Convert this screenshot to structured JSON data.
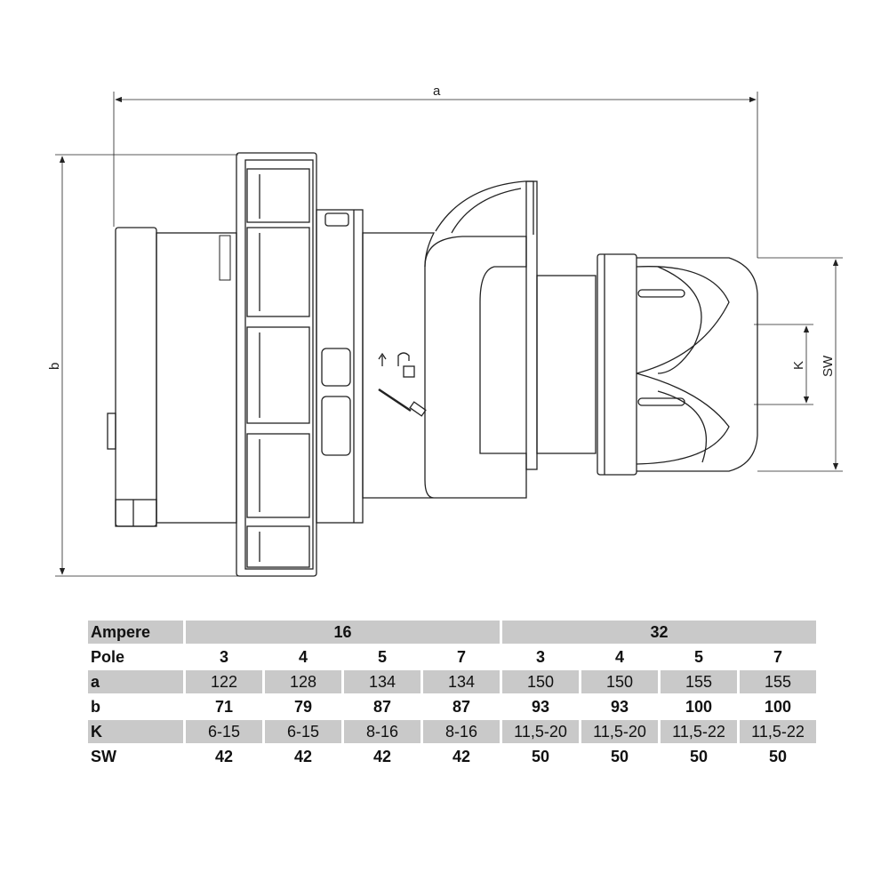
{
  "drawing": {
    "dimension_labels": {
      "a": "a",
      "b": "b",
      "K": "K",
      "SW": "SW"
    }
  },
  "table": {
    "header_label": "Ampere",
    "groups": [
      "16",
      "32"
    ],
    "rows": [
      {
        "label": "Pole",
        "values": [
          "3",
          "4",
          "5",
          "7",
          "3",
          "4",
          "5",
          "7"
        ]
      },
      {
        "label": "a",
        "values": [
          "122",
          "128",
          "134",
          "134",
          "150",
          "150",
          "155",
          "155"
        ]
      },
      {
        "label": "b",
        "values": [
          "71",
          "79",
          "87",
          "87",
          "93",
          "93",
          "100",
          "100"
        ]
      },
      {
        "label": "K",
        "values": [
          "6-15",
          "6-15",
          "8-16",
          "8-16",
          "11,5-20",
          "11,5-20",
          "11,5-22",
          "11,5-22"
        ]
      },
      {
        "label": "SW",
        "values": [
          "42",
          "42",
          "42",
          "42",
          "50",
          "50",
          "50",
          "50"
        ]
      }
    ]
  }
}
